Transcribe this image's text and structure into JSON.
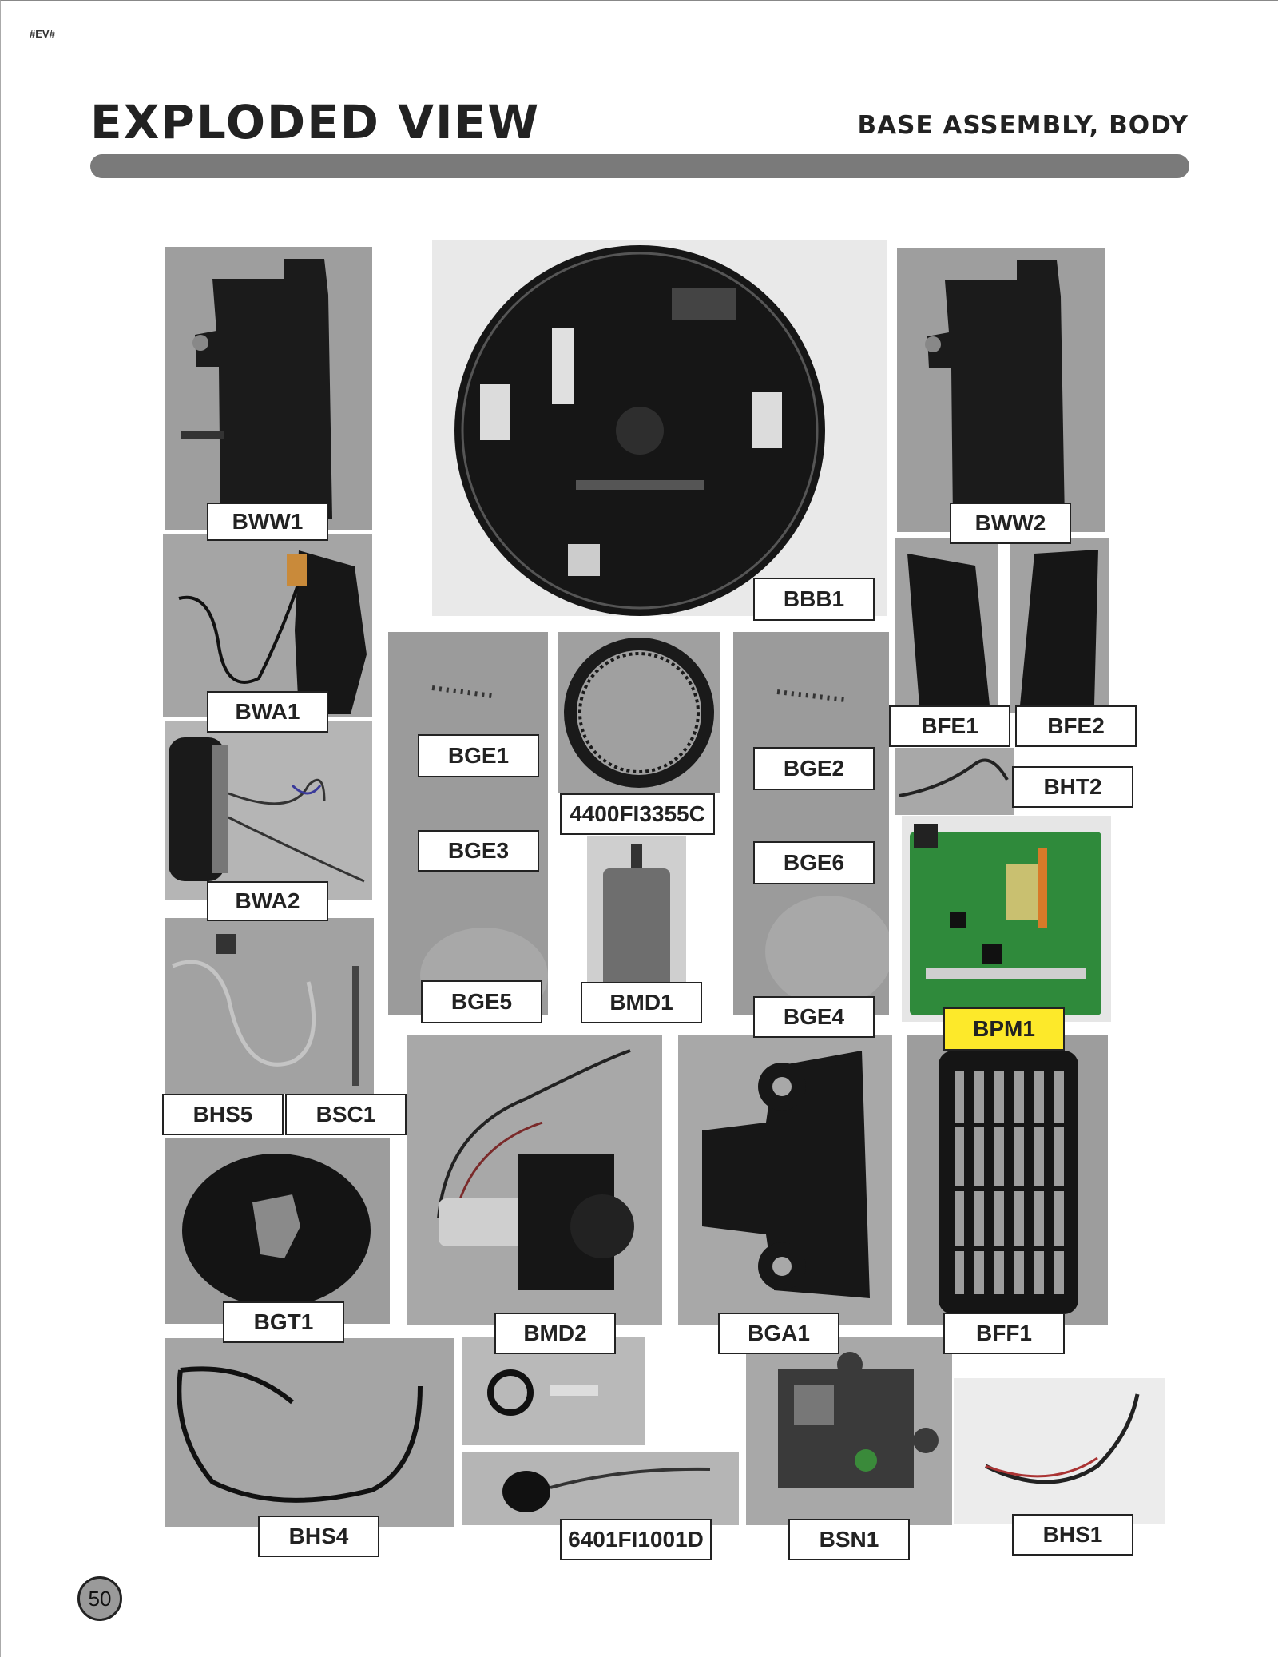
{
  "corner_tag": "#EV#",
  "header": {
    "title": "EXPLODED VIEW",
    "subtitle": "BASE ASSEMBLY, BODY"
  },
  "parts": {
    "bww1": "BWW1",
    "bbb1": "BBB1",
    "bww2": "BWW2",
    "bwa1": "BWA1",
    "bwa2": "BWA2",
    "bge1": "BGE1",
    "bge2": "BGE2",
    "bge3": "BGE3",
    "bge4": "BGE4",
    "bge5": "BGE5",
    "bge6": "BGE6",
    "belt": "4400FI3355C",
    "bmd1": "BMD1",
    "bfe1": "BFE1",
    "bfe2": "BFE2",
    "bht2": "BHT2",
    "bpm1": "BPM1",
    "bhs5": "BHS5",
    "bsc1": "BSC1",
    "bgt1": "BGT1",
    "bmd2": "BMD2",
    "bga1": "BGA1",
    "bff1": "BFF1",
    "bhs4": "BHS4",
    "speaker": "6401FI1001D",
    "bsn1": "BSN1",
    "bhs1": "BHS1"
  },
  "colors": {
    "highlight": "#fde92a",
    "photo_bg": "#a6a6a6",
    "part_dark": "#1b1b1b",
    "rule": "#7a7a7a"
  },
  "page_number": "50"
}
